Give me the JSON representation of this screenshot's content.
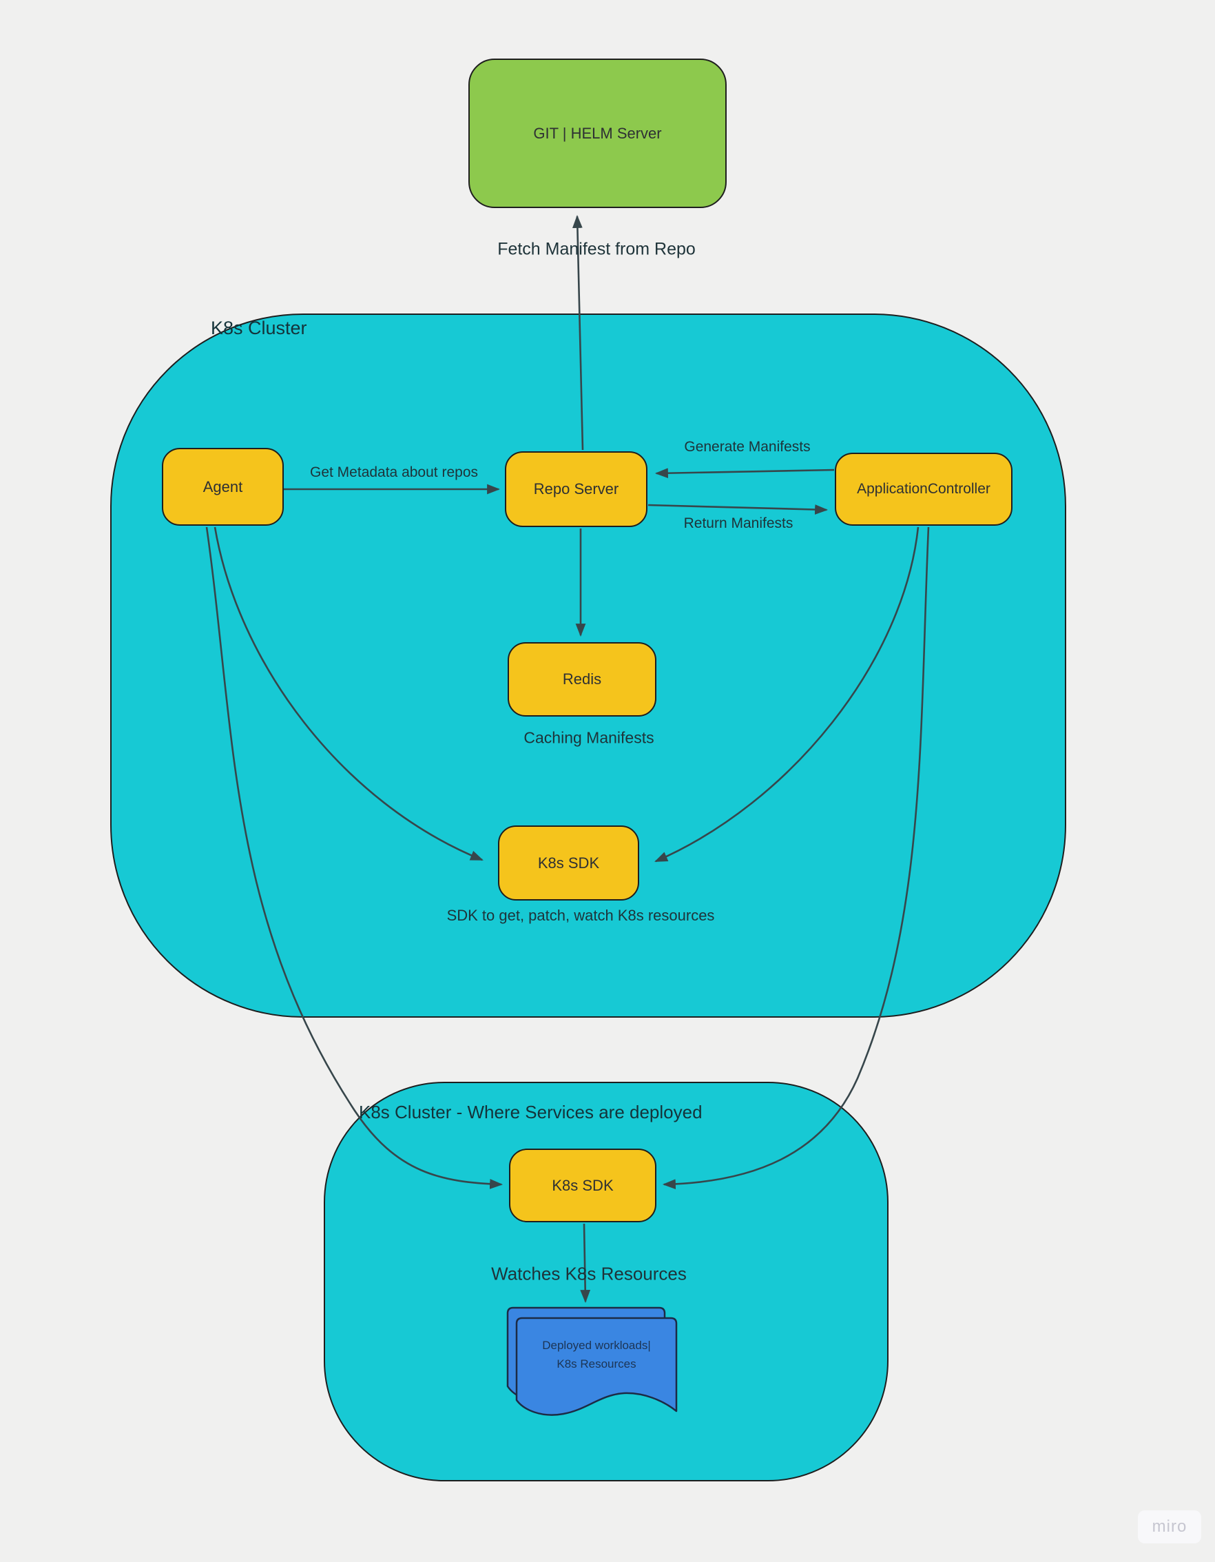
{
  "colors": {
    "background": "#F0F0EF",
    "cluster_fill": "#17C9D4",
    "node_fill": "#F5C41C",
    "git_fill": "#8DC94D",
    "doc_fill": "#3A86E2",
    "line": "#37464B",
    "border": "#1E1E1E",
    "watermark": "#C6C6D0"
  },
  "clusters": {
    "main": {
      "label": "K8s Cluster"
    },
    "deploy": {
      "label": "K8s Cluster - Where Services are deployed"
    }
  },
  "nodes": {
    "git_helm": {
      "label": "GIT | HELM Server"
    },
    "agent": {
      "label": "Agent"
    },
    "repo_server": {
      "label": "Repo Server"
    },
    "app_controller": {
      "label": "ApplicationController"
    },
    "redis": {
      "label": "Redis"
    },
    "k8s_sdk_main": {
      "label": "K8s SDK"
    },
    "k8s_sdk_deploy": {
      "label": "K8s SDK"
    },
    "workloads_doc": {
      "line1": "Deployed workloads|",
      "line2": "K8s Resources"
    }
  },
  "edge_labels": {
    "fetch": "Fetch Manifest from Repo",
    "get_metadata": "Get Metadata about repos",
    "generate": "Generate Manifests",
    "return": "Return Manifests",
    "caching": "Caching Manifests",
    "sdk_note": "SDK to get, patch, watch K8s resources",
    "watches": "Watches K8s Resources"
  },
  "watermark": "miro"
}
